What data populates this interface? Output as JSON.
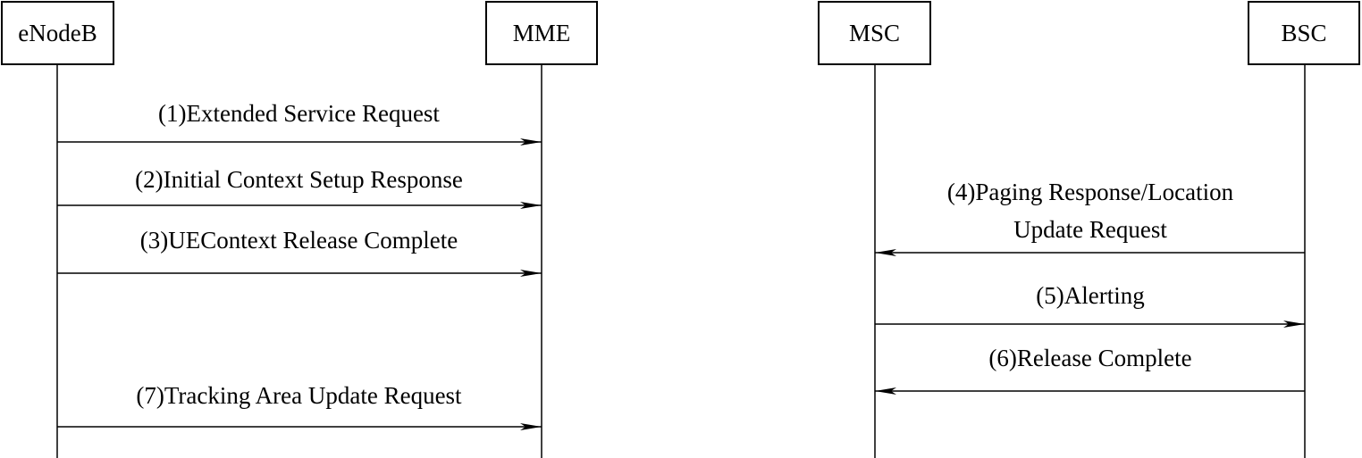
{
  "participants": {
    "enodeb": "eNodeB",
    "mme": "MME",
    "msc": "MSC",
    "bsc": "BSC"
  },
  "messages": [
    {
      "id": "m1",
      "from": "enodeb",
      "to": "mme",
      "label_lines": [
        "(1)Extended Service Request"
      ]
    },
    {
      "id": "m2",
      "from": "enodeb",
      "to": "mme",
      "label_lines": [
        "(2)Initial Context Setup Response"
      ]
    },
    {
      "id": "m3",
      "from": "enodeb",
      "to": "mme",
      "label_lines": [
        "(3)UEContext Release Complete"
      ]
    },
    {
      "id": "m4",
      "from": "bsc",
      "to": "msc",
      "label_lines": [
        "(4)Paging Response/Location",
        "Update Request"
      ]
    },
    {
      "id": "m5",
      "from": "msc",
      "to": "bsc",
      "label_lines": [
        "(5)Alerting"
      ]
    },
    {
      "id": "m6",
      "from": "bsc",
      "to": "msc",
      "label_lines": [
        "(6)Release Complete"
      ]
    },
    {
      "id": "m7",
      "from": "enodeb",
      "to": "mme",
      "label_lines": [
        "(7)Tracking Area Update Request"
      ]
    }
  ]
}
